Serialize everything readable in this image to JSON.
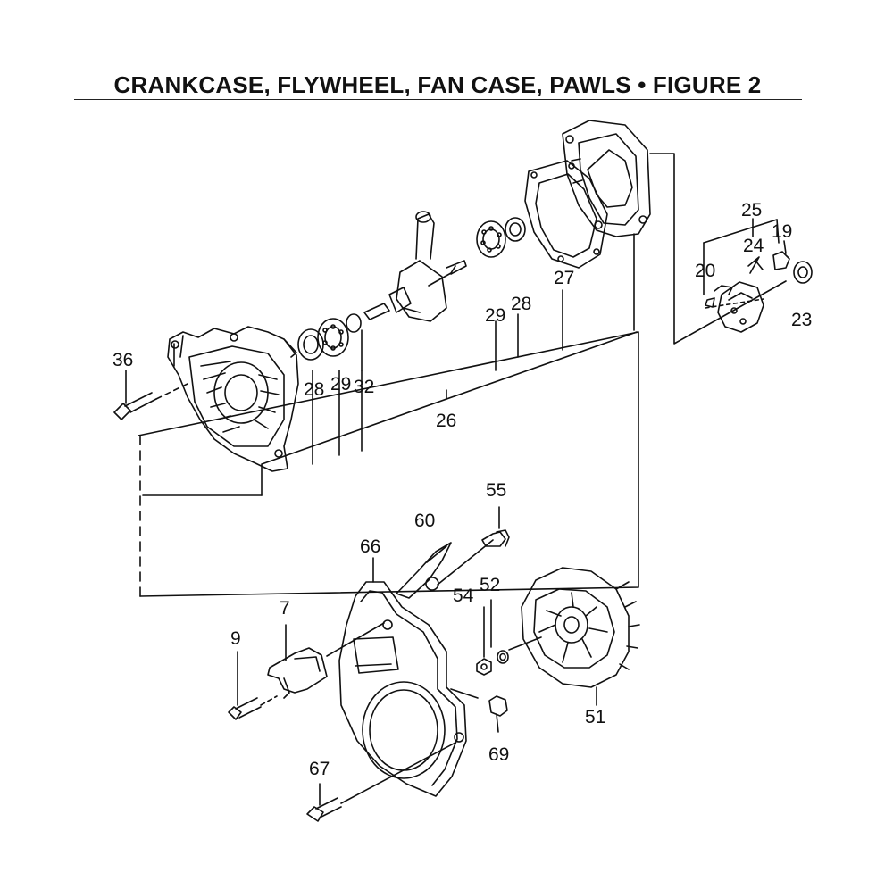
{
  "title": "CRANKCASE, FLYWHEEL, FAN CASE, PAWLS  •  FIGURE 2",
  "colors": {
    "ink": "#111111",
    "background": "#ffffff"
  },
  "callouts": {
    "p36": "36",
    "p28a": "28",
    "p29a": "29",
    "p32": "32",
    "p26": "26",
    "p29b": "29",
    "p28b": "28",
    "p27": "27",
    "p25": "25",
    "p24": "24",
    "p19": "19",
    "p20": "20",
    "p23": "23",
    "p55": "55",
    "p60": "60",
    "p66": "66",
    "p52": "52",
    "p54": "54",
    "p7": "7",
    "p9": "9",
    "p51": "51",
    "p69": "69",
    "p67": "67"
  }
}
